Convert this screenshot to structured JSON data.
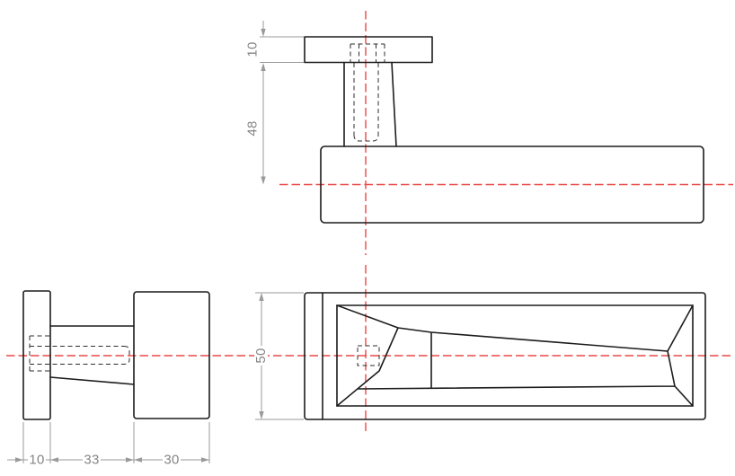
{
  "drawing": {
    "title": "door-lever-handle-orthographic-views",
    "views": {
      "front": "front-elevation",
      "side": "side-view",
      "plan": "plan-view"
    },
    "dimensions": {
      "rose_thickness": "10",
      "neck_height": "48",
      "plate_size": "50",
      "rose_depth": "10",
      "neck_length": "33",
      "grip_width": "30"
    },
    "colors": {
      "part_line": "#1c1c1c",
      "hidden_line": "#2e2e2e",
      "centerline": "#ea4848",
      "dimension_line": "#9a9a9a",
      "dimension_text": "#858585",
      "background": "#ffffff"
    }
  }
}
